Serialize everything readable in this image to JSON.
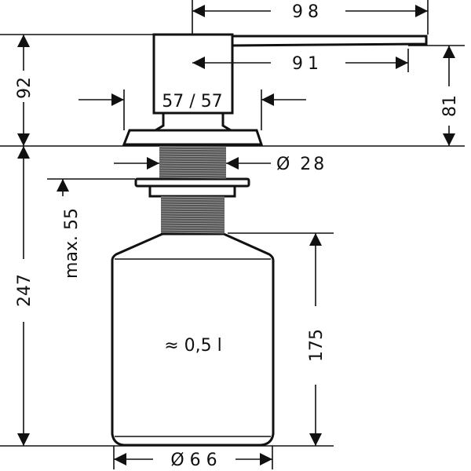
{
  "title": "Soap dispenser dimension drawing",
  "dimensions": {
    "spout_reach": "98",
    "spout_reach_inner": "91",
    "head_height": "92",
    "spout_height": "81",
    "head_footprint": "57 / 57",
    "thread_diameter": "Ø 28",
    "max_counter_thickness": "max. 55",
    "below_counter_length": "247",
    "bottle_height": "175",
    "bottle_diameter": "Ø 6 6",
    "bottle_volume": "≈ 0,5 l"
  },
  "colors": {
    "line": "#111111",
    "background": "#ffffff"
  }
}
